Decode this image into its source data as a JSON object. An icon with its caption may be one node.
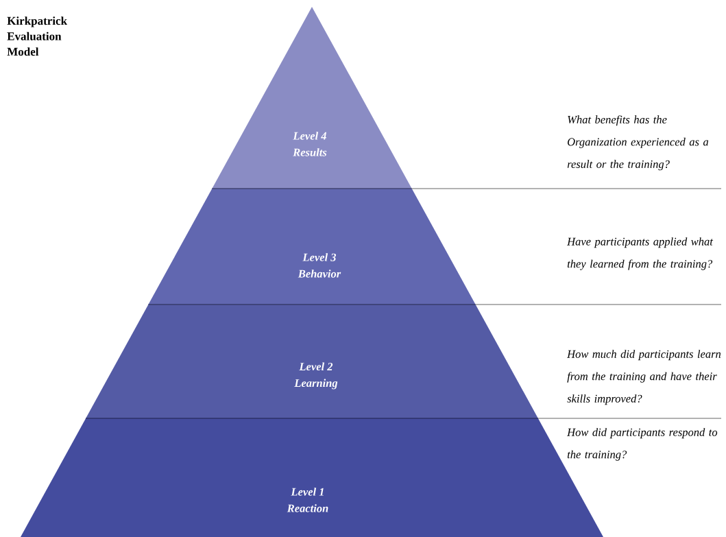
{
  "diagram": {
    "title": "Kirkpatrick Evaluation Model",
    "nodes": [
      {
        "text": [
          "Level 4",
          "Results"
        ]
      },
      {
        "text": [
          "Level 3",
          "Behavior"
        ]
      },
      {
        "text": [
          "Level 2",
          "Learning"
        ]
      },
      {
        "text": [
          "Level 1",
          "Reaction"
        ]
      }
    ],
    "labels": [
      "What benefits has the Organization experienced as a result or the training?",
      "Have participants applied what they learned from the training?",
      "How much did participants learn from the training and have their skills improved?",
      "How did participants respond to the training?"
    ]
  }
}
